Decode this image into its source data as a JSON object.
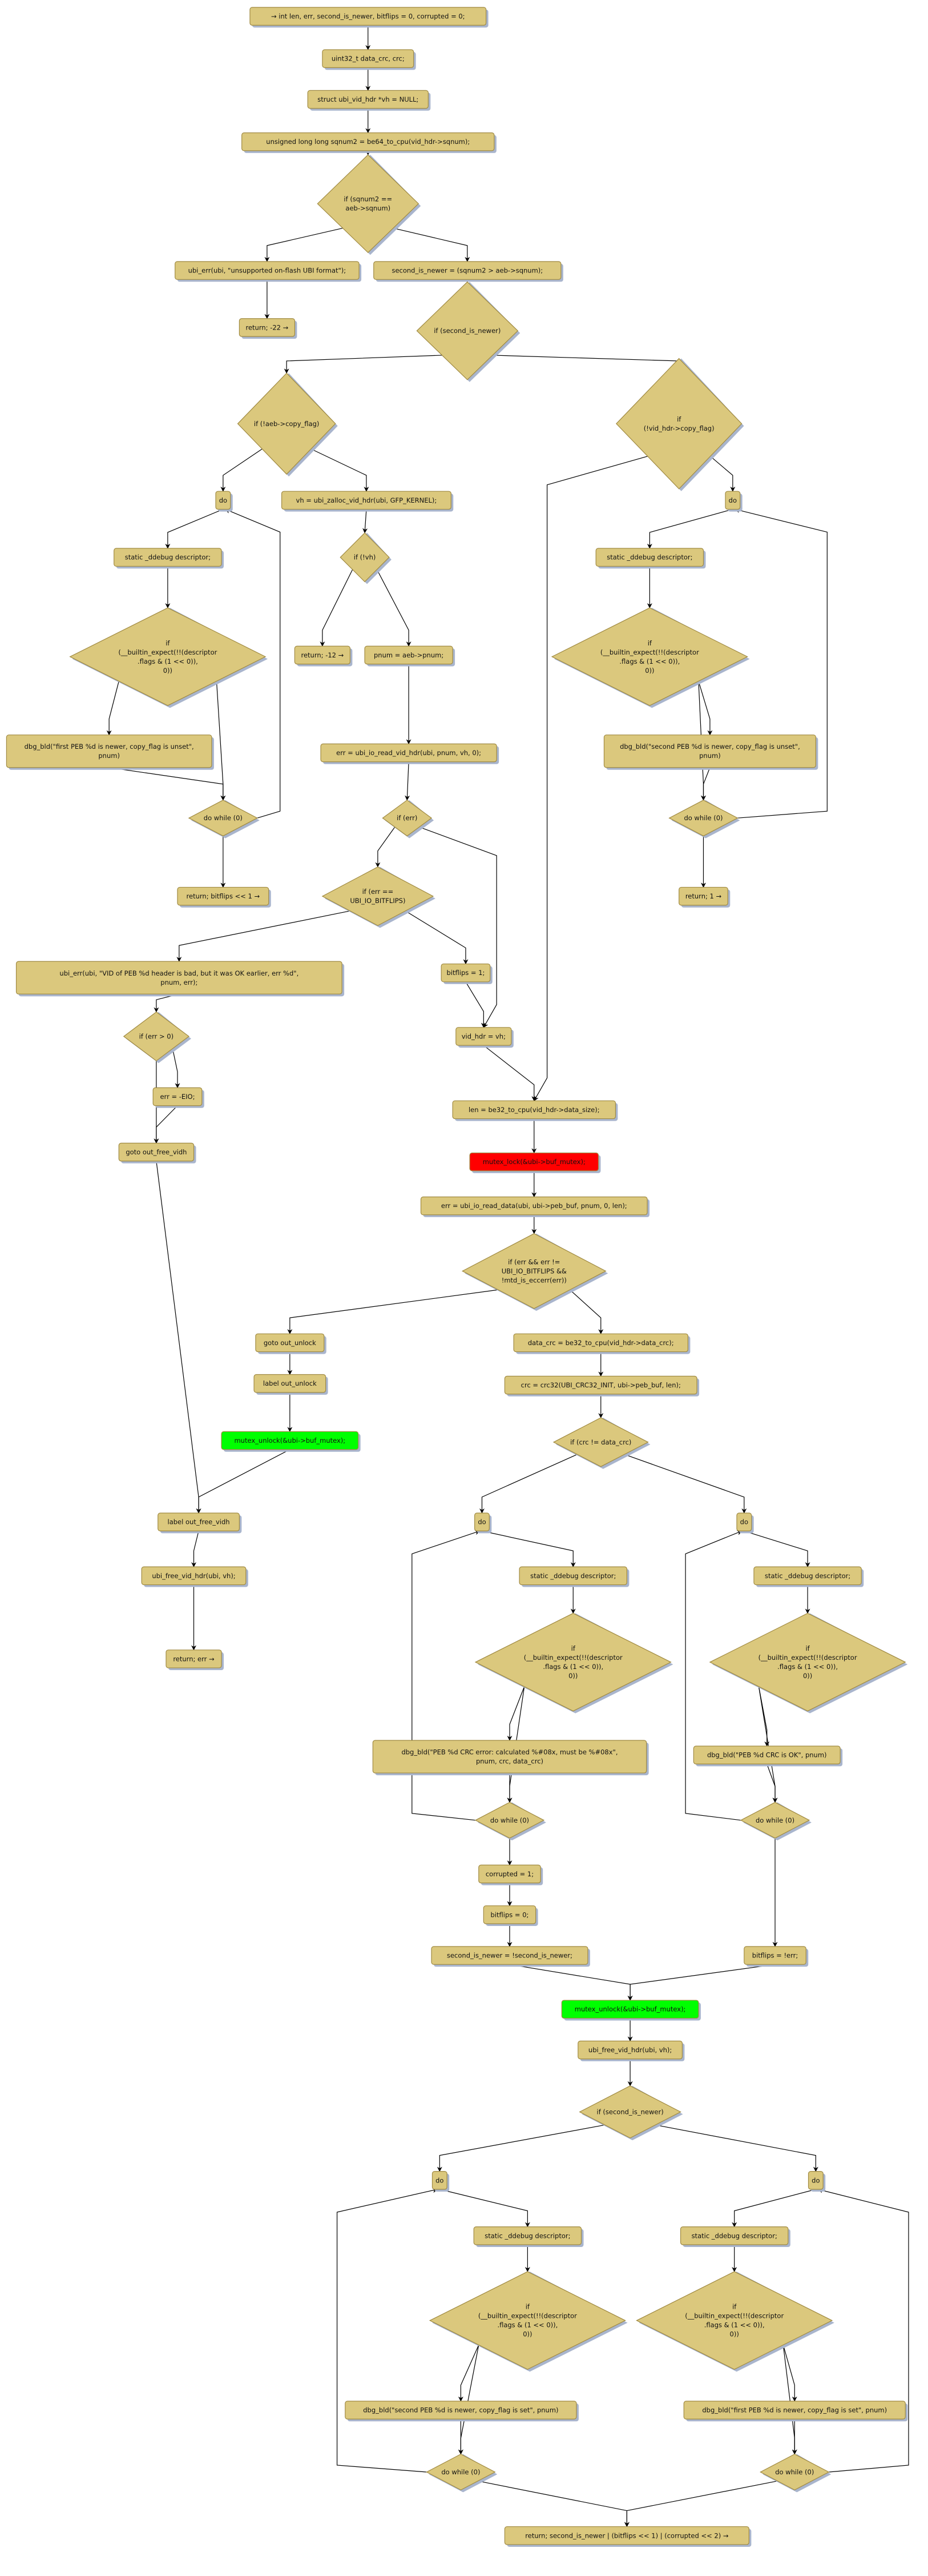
{
  "colors": {
    "node_fill": "#dbc87d",
    "node_stroke": "#a08a42",
    "shadow": "#a9b5cd",
    "lock": "#ff0000",
    "unlock": "#00ff00",
    "edge": "#000000"
  },
  "nodes": {
    "n1": {
      "lines": [
        "→ int len, err, second_is_newer, bitflips = 0, corrupted = 0;"
      ]
    },
    "n2": {
      "lines": [
        "uint32_t data_crc, crc;"
      ]
    },
    "n3": {
      "lines": [
        "struct ubi_vid_hdr *vh = NULL;"
      ]
    },
    "n4": {
      "lines": [
        "unsigned long long sqnum2 = be64_to_cpu(vid_hdr->sqnum);"
      ]
    },
    "d1": {
      "lines": [
        "if (sqnum2 ==",
        "aeb->sqnum)"
      ]
    },
    "n5": {
      "lines": [
        "ubi_err(ubi, \"unsupported on-flash UBI format\");"
      ]
    },
    "n6": {
      "lines": [
        "second_is_newer = (sqnum2 > aeb->sqnum);"
      ]
    },
    "n7": {
      "lines": [
        "return; -22 →"
      ]
    },
    "d2": {
      "lines": [
        "if (second_is_newer)"
      ]
    },
    "d3": {
      "lines": [
        "if (!aeb->copy_flag)"
      ]
    },
    "d4": {
      "lines": [
        "if",
        "(!vid_hdr->copy_flag)"
      ]
    },
    "n8": {
      "lines": [
        "do"
      ]
    },
    "n9": {
      "lines": [
        "vh = ubi_zalloc_vid_hdr(ubi, GFP_KERNEL);"
      ]
    },
    "n10": {
      "lines": [
        "do"
      ]
    },
    "n11": {
      "lines": [
        "static _ddebug descriptor;"
      ]
    },
    "d5": {
      "lines": [
        "if (!vh)"
      ]
    },
    "n12": {
      "lines": [
        "static _ddebug descriptor;"
      ]
    },
    "d6": {
      "lines": [
        "if",
        "(__builtin_expect(!!(descriptor",
        ".flags & (1 << 0)),",
        "0))"
      ]
    },
    "d7": {
      "lines": [
        "if",
        "(__builtin_expect(!!(descriptor",
        ".flags & (1 << 0)),",
        "0))"
      ]
    },
    "n13": {
      "lines": [
        "return; -12 →"
      ]
    },
    "n14": {
      "lines": [
        "pnum = aeb->pnum;"
      ]
    },
    "n15": {
      "lines": [
        "dbg_bld(\"first PEB %d is newer, copy_flag is unset\",",
        "pnum)"
      ]
    },
    "n16": {
      "lines": [
        "err = ubi_io_read_vid_hdr(ubi, pnum, vh, 0);"
      ]
    },
    "n17": {
      "lines": [
        "dbg_bld(\"second PEB %d is newer, copy_flag is unset\",",
        "pnum)"
      ]
    },
    "d8": {
      "lines": [
        "do while (0)"
      ]
    },
    "d9": {
      "lines": [
        "if (err)"
      ]
    },
    "d10": {
      "lines": [
        "do while (0)"
      ]
    },
    "n18": {
      "lines": [
        "return; bitflips << 1 →"
      ]
    },
    "d11": {
      "lines": [
        "if (err ==",
        "UBI_IO_BITFLIPS)"
      ]
    },
    "n20": {
      "lines": [
        "return; 1 →"
      ]
    },
    "n19": {
      "lines": [
        "ubi_err(ubi, \"VID of PEB %d header is bad, but it was OK earlier, err %d\",",
        "pnum, err);"
      ]
    },
    "n21": {
      "lines": [
        "bitflips = 1;"
      ]
    },
    "d12": {
      "lines": [
        "if (err > 0)"
      ]
    },
    "n22": {
      "lines": [
        "vid_hdr = vh;"
      ]
    },
    "n23": {
      "lines": [
        "err = -EIO;"
      ]
    },
    "n24": {
      "lines": [
        "len = be32_to_cpu(vid_hdr->data_size);"
      ]
    },
    "n25": {
      "lines": [
        "goto out_free_vidh"
      ]
    },
    "lock": {
      "lines": [
        "mutex_lock(&ubi->buf_mutex);"
      ]
    },
    "nrd": {
      "lines": [
        "err = ubi_io_read_data(ubi, ubi->peb_buf, pnum, 0, len);"
      ]
    },
    "d13": {
      "lines": [
        "if (err && err !=",
        "UBI_IO_BITFLIPS &&",
        "!mtd_is_eccerr(err))"
      ]
    },
    "n26": {
      "lines": [
        "goto out_unlock"
      ]
    },
    "n27": {
      "lines": [
        "data_crc = be32_to_cpu(vid_hdr->data_crc);"
      ]
    },
    "n28": {
      "lines": [
        "label out_unlock"
      ]
    },
    "n29": {
      "lines": [
        "crc = crc32(UBI_CRC32_INIT, ubi->peb_buf, len);"
      ]
    },
    "n30": {
      "lines": [
        "mutex_unlock(&ubi->buf_mutex);"
      ]
    },
    "d14": {
      "lines": [
        "if (crc != data_crc)"
      ]
    },
    "n31": {
      "lines": [
        "label out_free_vidh"
      ]
    },
    "n32": {
      "lines": [
        "do"
      ]
    },
    "n33": {
      "lines": [
        "do"
      ]
    },
    "n34": {
      "lines": [
        "ubi_free_vid_hdr(ubi, vh);"
      ]
    },
    "n35": {
      "lines": [
        "static _ddebug descriptor;"
      ]
    },
    "n36": {
      "lines": [
        "static _ddebug descriptor;"
      ]
    },
    "d15": {
      "lines": [
        "if",
        "(__builtin_expect(!!(descriptor",
        ".flags & (1 << 0)),",
        "0))"
      ]
    },
    "d16": {
      "lines": [
        "if",
        "(__builtin_expect(!!(descriptor",
        ".flags & (1 << 0)),",
        "0))"
      ]
    },
    "n37": {
      "lines": [
        "return; err →"
      ]
    },
    "n38": {
      "lines": [
        "dbg_bld(\"PEB %d CRC error: calculated %#08x, must be %#08x\",",
        "pnum, crc, data_crc)"
      ]
    },
    "n39": {
      "lines": [
        "dbg_bld(\"PEB %d CRC is OK\", pnum)"
      ]
    },
    "d17": {
      "lines": [
        "do while (0)"
      ]
    },
    "d18": {
      "lines": [
        "do while (0)"
      ]
    },
    "n40": {
      "lines": [
        "corrupted = 1;"
      ]
    },
    "n41": {
      "lines": [
        "bitflips = 0;"
      ]
    },
    "n42": {
      "lines": [
        "second_is_newer = !second_is_newer;"
      ]
    },
    "n43": {
      "lines": [
        "bitflips = !err;"
      ]
    },
    "n44": {
      "lines": [
        "mutex_unlock(&ubi->buf_mutex);"
      ]
    },
    "n45": {
      "lines": [
        "ubi_free_vid_hdr(ubi, vh);"
      ]
    },
    "d19": {
      "lines": [
        "if (second_is_newer)"
      ]
    },
    "n46": {
      "lines": [
        "do"
      ]
    },
    "n47": {
      "lines": [
        "do"
      ]
    },
    "n48": {
      "lines": [
        "static _ddebug descriptor;"
      ]
    },
    "n49": {
      "lines": [
        "static _ddebug descriptor;"
      ]
    },
    "d20": {
      "lines": [
        "if",
        "(__builtin_expect(!!(descriptor",
        ".flags & (1 << 0)),",
        "0))"
      ]
    },
    "d21": {
      "lines": [
        "if",
        "(__builtin_expect(!!(descriptor",
        ".flags & (1 << 0)),",
        "0))"
      ]
    },
    "n50": {
      "lines": [
        "dbg_bld(\"second PEB %d is newer, copy_flag is set\", pnum)"
      ]
    },
    "n51": {
      "lines": [
        "dbg_bld(\"first PEB %d is newer, copy_flag is set\", pnum)"
      ]
    },
    "d22": {
      "lines": [
        "do while (0)"
      ]
    },
    "d23": {
      "lines": [
        "do while (0)"
      ]
    },
    "n52": {
      "lines": [
        "return; second_is_newer | (bitflips << 1) | (corrupted << 2) →"
      ]
    }
  }
}
